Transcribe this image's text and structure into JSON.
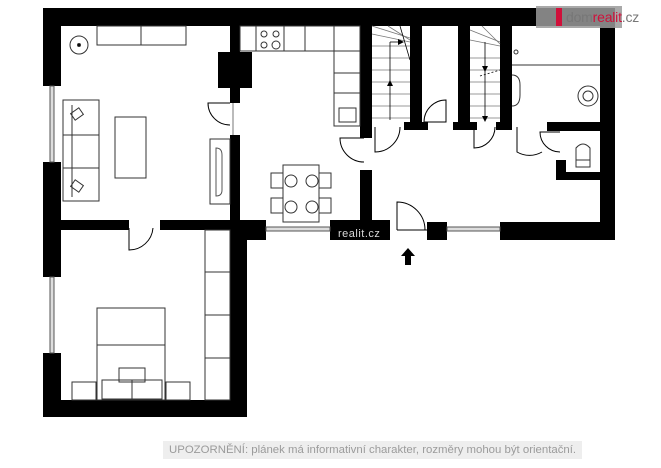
{
  "logo": {
    "brand_prefix": "dom",
    "brand_accent": "realit",
    "brand_suffix": ".cz",
    "accent_color": "#d0103a"
  },
  "notice": {
    "text": "UPOZORNĚNÍ: plánek má informativní charakter, rozměry mohou být orientační."
  },
  "watermark": {
    "text": "realit.cz"
  },
  "plan": {
    "wall_color": "#000000",
    "rooms": [
      {
        "id": "living-room",
        "furniture": [
          "sofa",
          "coffee-table",
          "tv-console",
          "sideboard",
          "floor-lamp"
        ]
      },
      {
        "id": "kitchen",
        "furniture": [
          "counter-with-hob",
          "sink",
          "dining-table",
          "chairs-4"
        ]
      },
      {
        "id": "staircase-up",
        "furniture": [
          "stairs-up-arrow"
        ]
      },
      {
        "id": "storage",
        "furniture": []
      },
      {
        "id": "staircase-down",
        "furniture": [
          "stairs-down-arrow"
        ]
      },
      {
        "id": "bathroom",
        "furniture": [
          "sink",
          "bathtub",
          "washing-machine"
        ]
      },
      {
        "id": "wc",
        "furniture": [
          "toilet"
        ]
      },
      {
        "id": "hall",
        "furniture": [
          "entrance-arrow"
        ]
      },
      {
        "id": "bedroom",
        "furniture": [
          "double-bed",
          "nightstands-2",
          "wardrobe"
        ]
      }
    ],
    "entrance_icon": "arrow-up-icon"
  }
}
